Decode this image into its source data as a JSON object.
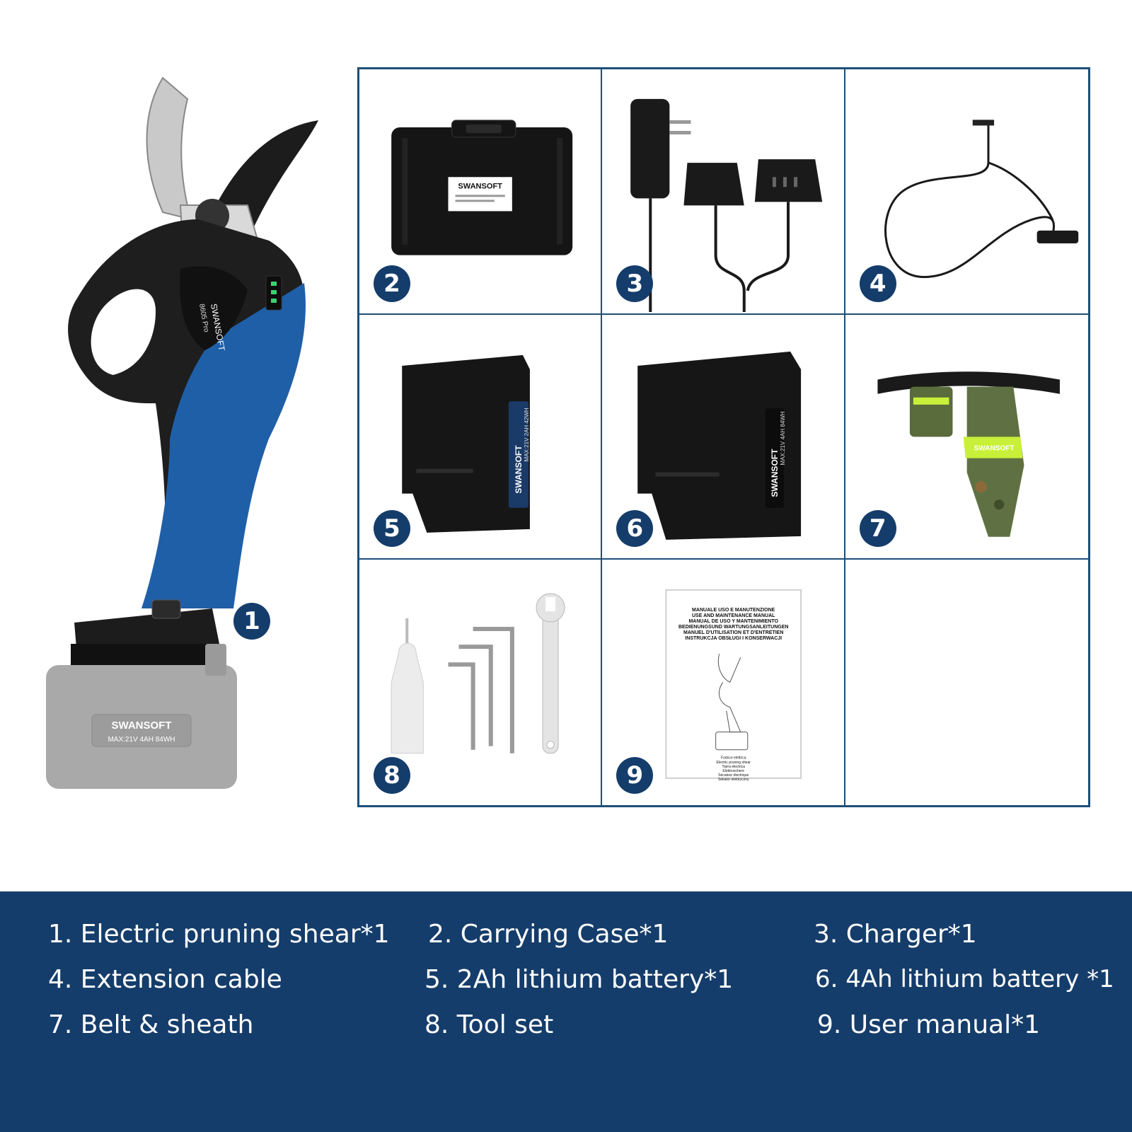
{
  "brand": {
    "logo_text": "SWANSOFT",
    "model": "8605 Pro",
    "battery_label_main": "MAX:21V 4AH 84WH",
    "battery_label_2ah": "MAX:21V 2AH 42WH",
    "battery_label_4ah": "MAX:21V 4AH 84WH"
  },
  "badges": [
    "1",
    "2",
    "3",
    "4",
    "5",
    "6",
    "7",
    "8",
    "9"
  ],
  "manual": {
    "titles": [
      "MANUALE USO E MANUTENZIONE",
      "USE AND MAINTENANCE MANUAL",
      "MANUAL DE USO Y MANTENIMIENTO",
      "BEDIENUNGSUND WARTUNGSANLEITUNGEN",
      "MANUEL D'UTILISATION ET D'ENTRETIEN",
      "INSTRUKCJA OBSŁUGI I KONSERWACJI"
    ],
    "captions": [
      "Forbice elettrica",
      "Electric pruning shear",
      "Tijera electrica",
      "Elektroschere",
      "Sécateur électrique",
      "Sekator elektryczny"
    ]
  },
  "legend": [
    "1. Electric pruning shear*1",
    "2. Carrying Case*1",
    "3. Charger*1",
    "4. Extension cable",
    "5. 2Ah lithium battery*1",
    "6. 4Ah lithium battery *1",
    "7. Belt & sheath",
    "8. Tool set",
    "9. User manual*1"
  ],
  "colors": {
    "navy": "#153d6b",
    "blue": "#1f5fa8",
    "grid_line": "#1d4f7a",
    "black": "#1a1a1a",
    "grey_battery": "#a9a9a9",
    "neon": "#c8f03a"
  }
}
